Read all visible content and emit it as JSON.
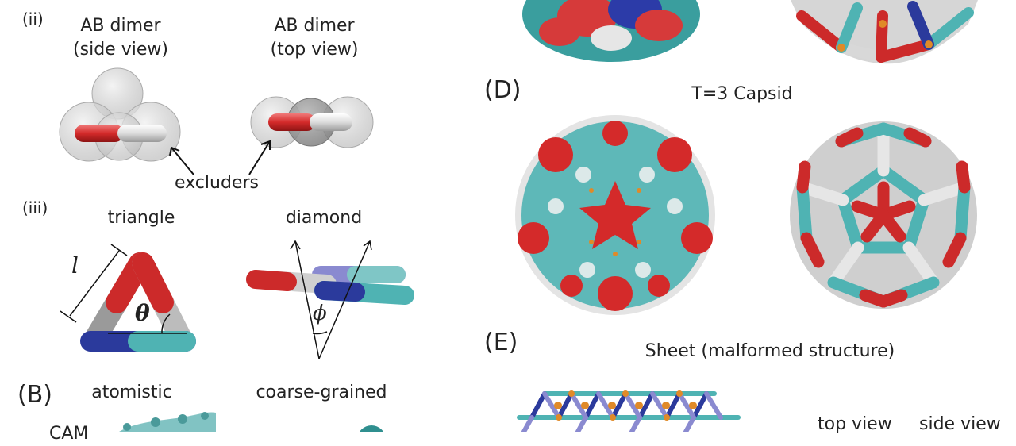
{
  "labels": {
    "ii": "(ii)",
    "iii": "(iii)",
    "ab_side_1": "AB dimer",
    "ab_side_2": "(side view)",
    "ab_top_1": "AB dimer",
    "ab_top_2": "(top view)",
    "excluders": "excluders",
    "triangle": "triangle",
    "diamond": "diamond",
    "length_symbol": "l",
    "angle_theta": "θ",
    "angle_phi": "ϕ",
    "panel_b": "(B)",
    "atomistic": "atomistic",
    "coarse_grained": "coarse-grained",
    "cam_partial": "CAM",
    "panel_d": "(D)",
    "t3_capsid": "T=3 Capsid",
    "panel_e": "(E)",
    "sheet": "Sheet (malformed structure)",
    "top_view": "top view",
    "side_view": "side view"
  },
  "colors": {
    "red": "#d42a2a",
    "teal": "#4fb3b3",
    "blue": "#2b3a9c",
    "white_rod": "#e6e6e6",
    "orange": "#e08a28",
    "sphere": "#c8c8c8"
  }
}
